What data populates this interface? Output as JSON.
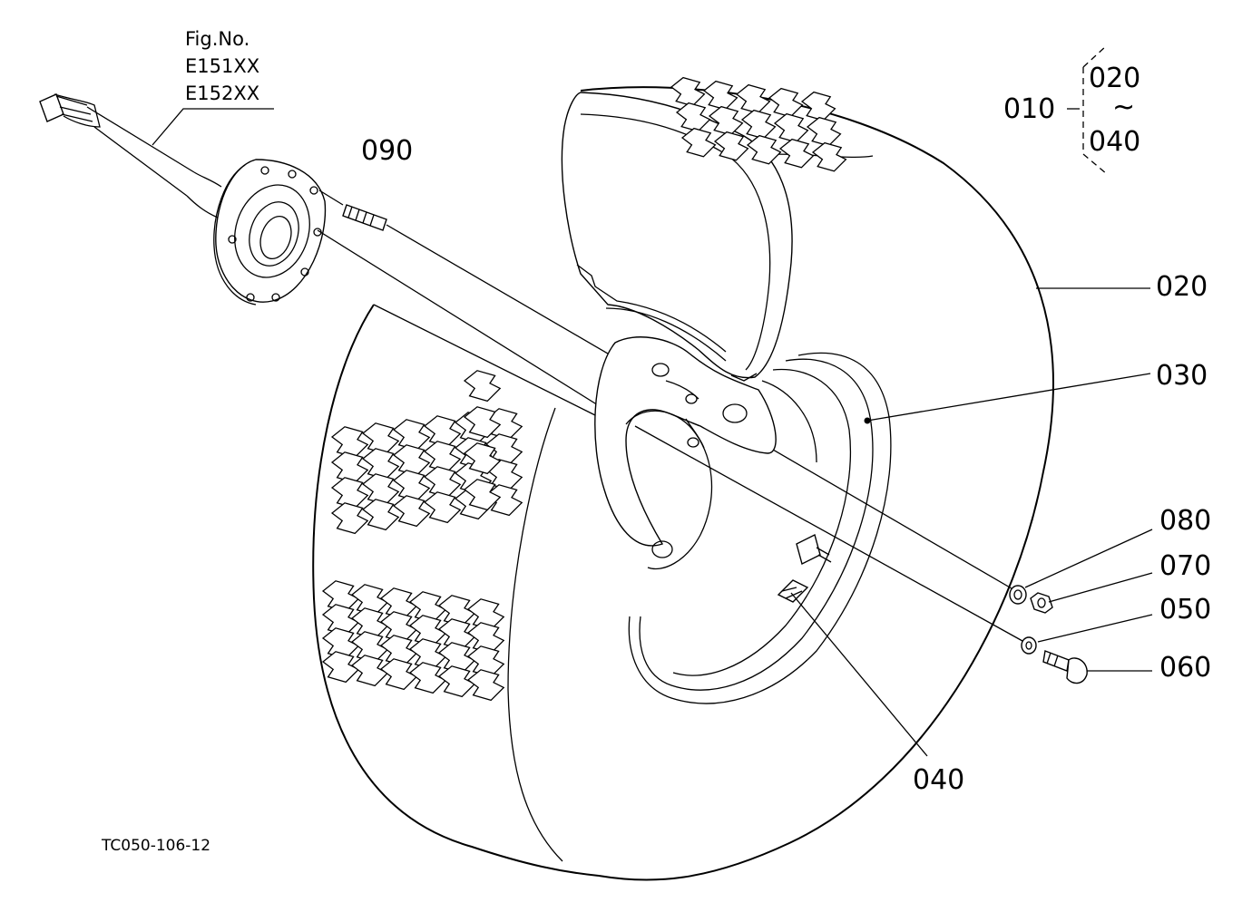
{
  "figure": {
    "fig_no_label": "Fig.No.",
    "fig_codes": [
      "E151XX",
      "E152XX"
    ],
    "drawing_code": "TC050-106-12"
  },
  "callouts": {
    "p010": "010",
    "group_top": "020",
    "group_tilde": "~",
    "group_bottom": "040",
    "p020": "020",
    "p030": "030",
    "p040": "040",
    "p050": "050",
    "p060": "060",
    "p070": "070",
    "p080": "080",
    "p090": "090"
  }
}
